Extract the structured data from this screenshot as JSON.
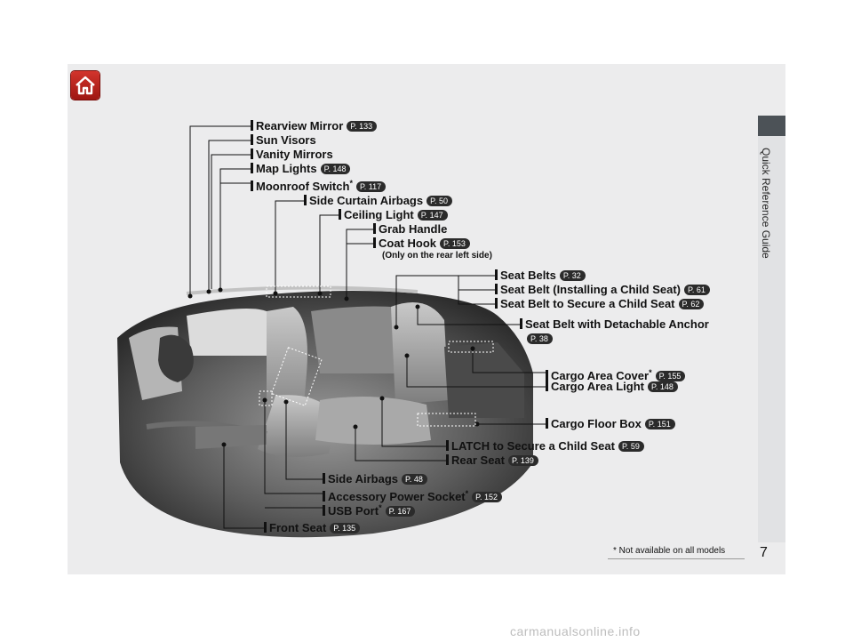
{
  "side_tab": {
    "label": "Quick Reference Guide"
  },
  "page_number": "7",
  "footnote": "* Not available on all models",
  "watermark": "carmanualsonline.info",
  "home_icon": "home-icon",
  "callouts": [
    {
      "label": "Rearview Mirror",
      "star": "",
      "ref": "P. 133"
    },
    {
      "label": "Sun Visors",
      "star": "",
      "ref": ""
    },
    {
      "label": "Vanity Mirrors",
      "star": "",
      "ref": ""
    },
    {
      "label": "Map Lights",
      "star": "",
      "ref": "P. 148"
    },
    {
      "label": "Moonroof Switch",
      "star": "*",
      "ref": "P. 117"
    },
    {
      "label": "Side Curtain Airbags",
      "star": "",
      "ref": "P. 50"
    },
    {
      "label": "Ceiling Light",
      "star": "",
      "ref": "P. 147"
    },
    {
      "label": "Grab Handle",
      "star": "",
      "ref": ""
    },
    {
      "label": "Coat Hook",
      "star": "",
      "ref": "P. 153"
    },
    {
      "label": "Seat Belts",
      "star": "",
      "ref": "P. 32"
    },
    {
      "label": "Seat Belt (Installing a Child Seat)",
      "star": "",
      "ref": "P. 61"
    },
    {
      "label": "Seat Belt to Secure a Child Seat",
      "star": "",
      "ref": "P. 62"
    },
    {
      "label": "Seat Belt with Detachable Anchor",
      "star": "",
      "ref": "P. 38"
    },
    {
      "label": "Cargo Area Cover",
      "star": "*",
      "ref": "P. 155"
    },
    {
      "label": "Cargo Area Light",
      "star": "",
      "ref": "P. 148"
    },
    {
      "label": "Cargo Floor Box",
      "star": "",
      "ref": "P. 151"
    },
    {
      "label": "LATCH to Secure a Child Seat",
      "star": "",
      "ref": "P. 59"
    },
    {
      "label": "Rear Seat",
      "star": "",
      "ref": "P. 139"
    },
    {
      "label": "Side Airbags",
      "star": "",
      "ref": "P. 48"
    },
    {
      "label": "Accessory Power Socket",
      "star": "*",
      "ref": "P. 152"
    },
    {
      "label": "USB Port",
      "star": "*",
      "ref": "P. 167"
    },
    {
      "label": "Front Seat",
      "star": "",
      "ref": "P. 135"
    }
  ],
  "coat_hook_note": "(Only on the rear left side)"
}
